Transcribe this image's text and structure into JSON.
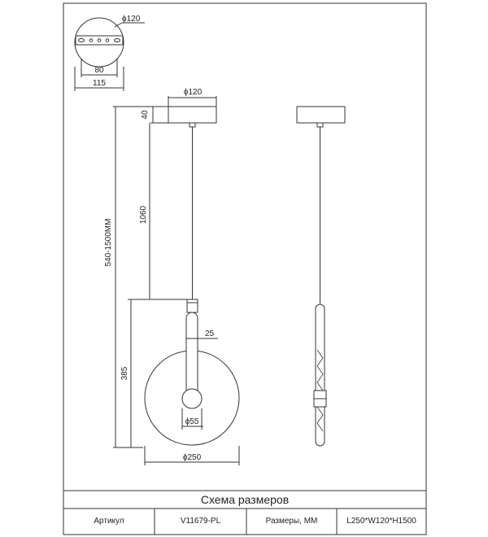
{
  "dims": {
    "top_diameter": "ϕ120",
    "hole_spacing": "80",
    "plate_width": "115",
    "canopy_diameter": "ϕ120",
    "canopy_height": "40",
    "total_height_range": "540-1500MM",
    "cable_length": "1060",
    "lamp_height": "385",
    "tube_width": "25",
    "ball_diameter": "ϕ55",
    "disc_diameter": "ϕ250"
  },
  "table": {
    "title": "Схема размеров",
    "article_label": "Артикул",
    "article_value": "V11679-PL",
    "size_label": "Размеры, ММ",
    "size_value": "L250*W120*H1500"
  }
}
